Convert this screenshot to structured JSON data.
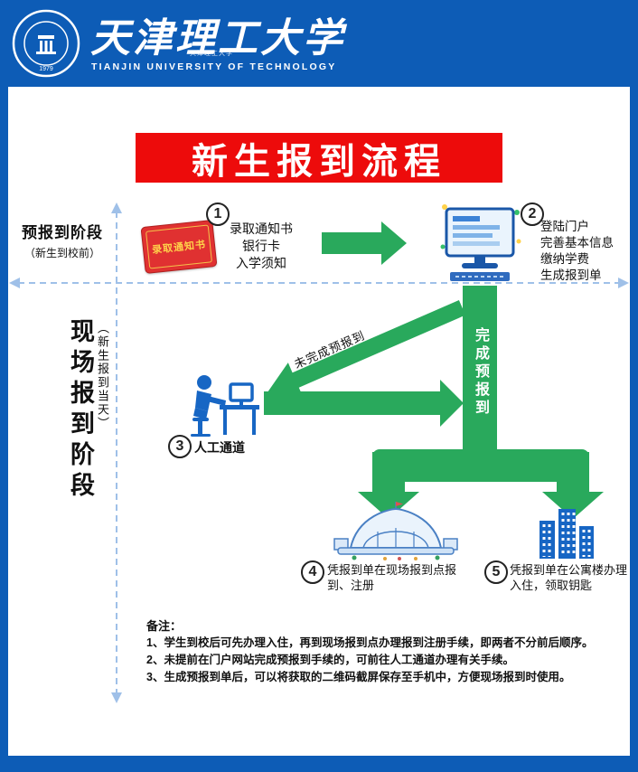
{
  "header": {
    "name_zh": "天津理工大学",
    "name_en": "TIANJIN UNIVERSITY OF TECHNOLOGY",
    "seal_year": "1979",
    "small_sig": "天津理工大学"
  },
  "title": {
    "text": "新生报到流程"
  },
  "stages": {
    "pre": {
      "label": "预报到阶段",
      "sub": "（新生到校前）"
    },
    "onsite": {
      "label": "现场报到阶段",
      "sub": "（新生报到当天）"
    }
  },
  "steps": {
    "step1": {
      "num": "1",
      "icon_label": "录取通知书",
      "lines": [
        "录取通知书",
        "银行卡",
        "入学须知"
      ]
    },
    "step2": {
      "num": "2",
      "lines": [
        "登陆门户",
        "完善基本信息",
        "缴纳学费",
        "生成报到单"
      ]
    },
    "step3": {
      "num": "3",
      "label": "人工通道"
    },
    "step4": {
      "num": "4",
      "text": "凭报到单在现场报到点报到、注册"
    },
    "step5": {
      "num": "5",
      "text": "凭报到单在公寓楼办理入住，领取钥匙"
    }
  },
  "arrows": {
    "done": "完成预报到",
    "not_done": "未完成预报到"
  },
  "notes": {
    "title": "备注：",
    "items": [
      "1、学生到校后可先办理入住，再到现场报到点办理报到注册手续，即两者不分前后顺序。",
      "2、未提前在门户网站完成预报到手续的，可前往人工通道办理有关手续。",
      "3、生成预报到单后，可以将获取的二维码截屏保存至手机中，方便现场报到时使用。"
    ]
  },
  "colors": {
    "blue": "#0d5cb6",
    "red": "#ed0b0b",
    "green": "#29a95c"
  }
}
